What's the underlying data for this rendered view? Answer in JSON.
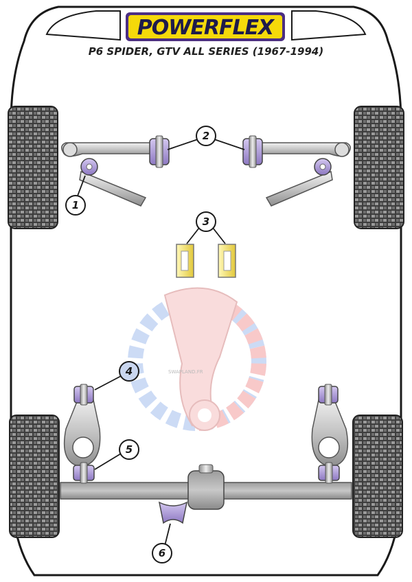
{
  "brand": {
    "logo_text": "POWERFLEX",
    "subtitle": "P6 SPIDER, GTV ALL SERIES (1967-1994)"
  },
  "watermark": {
    "text": "SWAPLAND.FR"
  },
  "callouts": [
    "1",
    "2",
    "3",
    "4",
    "5",
    "6"
  ],
  "colors": {
    "logo_yellow": "#f5d90a",
    "logo_purple": "#4b2e83",
    "bush_purple": "#b9a7dd",
    "bush_yellow": "#f3e57a",
    "callout_4_fill": "#c9d6ef",
    "tyre": "#3a3a3a",
    "chassis": "#aaaaaa"
  }
}
